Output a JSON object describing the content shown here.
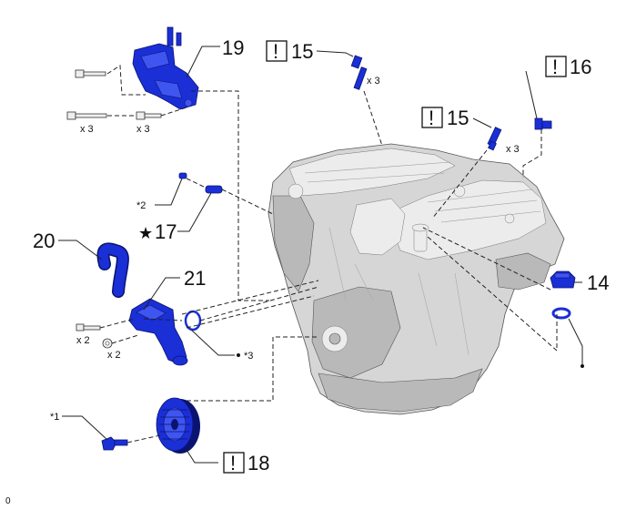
{
  "diagram": {
    "callouts": [
      {
        "id": "19",
        "warning": false
      },
      {
        "id": "15",
        "warning": true
      },
      {
        "id": "15",
        "warning": true
      },
      {
        "id": "16",
        "warning": true
      },
      {
        "id": "17",
        "warning": false,
        "star": true
      },
      {
        "id": "20",
        "warning": false
      },
      {
        "id": "21",
        "warning": false
      },
      {
        "id": "14",
        "warning": false
      },
      {
        "id": "18",
        "warning": true
      }
    ],
    "warning_symbol": "!",
    "star_symbol": "★",
    "qty": {
      "x3": "x 3",
      "x2": "x 2"
    },
    "notes": {
      "n1": "*1",
      "n2": "*2",
      "n3": "*3"
    },
    "footer": "0",
    "colors": {
      "part": "#1a2fd6",
      "engine": "#d6d6d6",
      "line": "#222222"
    }
  }
}
